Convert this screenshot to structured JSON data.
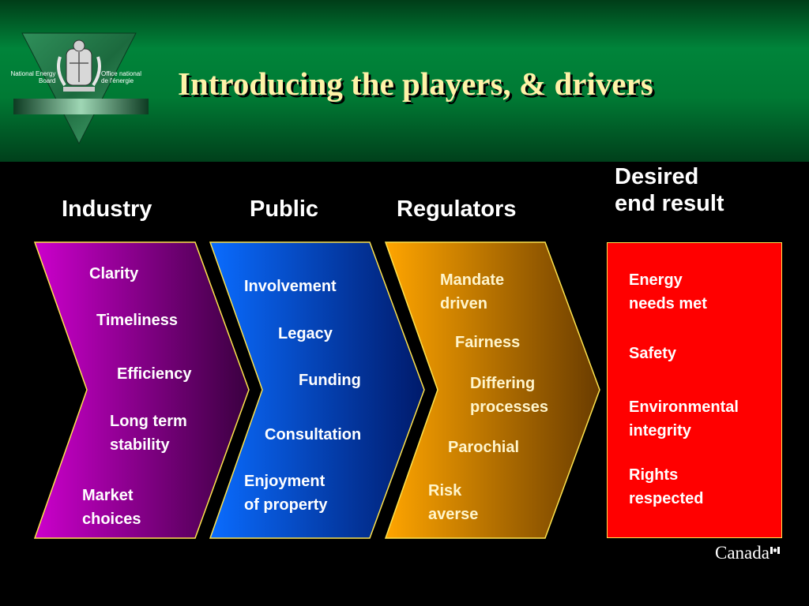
{
  "logo": {
    "left_text": [
      "National Energy",
      "Board"
    ],
    "right_text": [
      "Office national",
      "de l'énergie"
    ]
  },
  "title": "Introducing the players, & drivers",
  "columns": {
    "industry": "Industry",
    "public": "Public",
    "regulators": "Regulators",
    "desired_line1": "Desired",
    "desired_line2": "end  result"
  },
  "industry_items": [
    "Clarity",
    "Timeliness",
    "Efficiency",
    "Long term",
    "stability",
    "Market",
    "choices"
  ],
  "public_items": [
    "Involvement",
    "Legacy",
    "Funding",
    "Consultation",
    "Enjoyment",
    "of property"
  ],
  "regulator_items": [
    "Mandate",
    "driven",
    "Fairness",
    "Differing",
    "processes",
    "Parochial",
    "Risk",
    "averse"
  ],
  "result_items": [
    "Energy",
    "needs met",
    "Safety",
    "Environmental",
    "integrity",
    "Rights",
    "respected"
  ],
  "footer": {
    "wordmark": "Canada"
  },
  "colors": {
    "header_green": "#00843a",
    "title": "#fff2a8",
    "industry": "#b000b0",
    "public": "#0055ff",
    "regulators": "#ffa500",
    "result": "#ff0000",
    "outline": "#ffe44d"
  }
}
